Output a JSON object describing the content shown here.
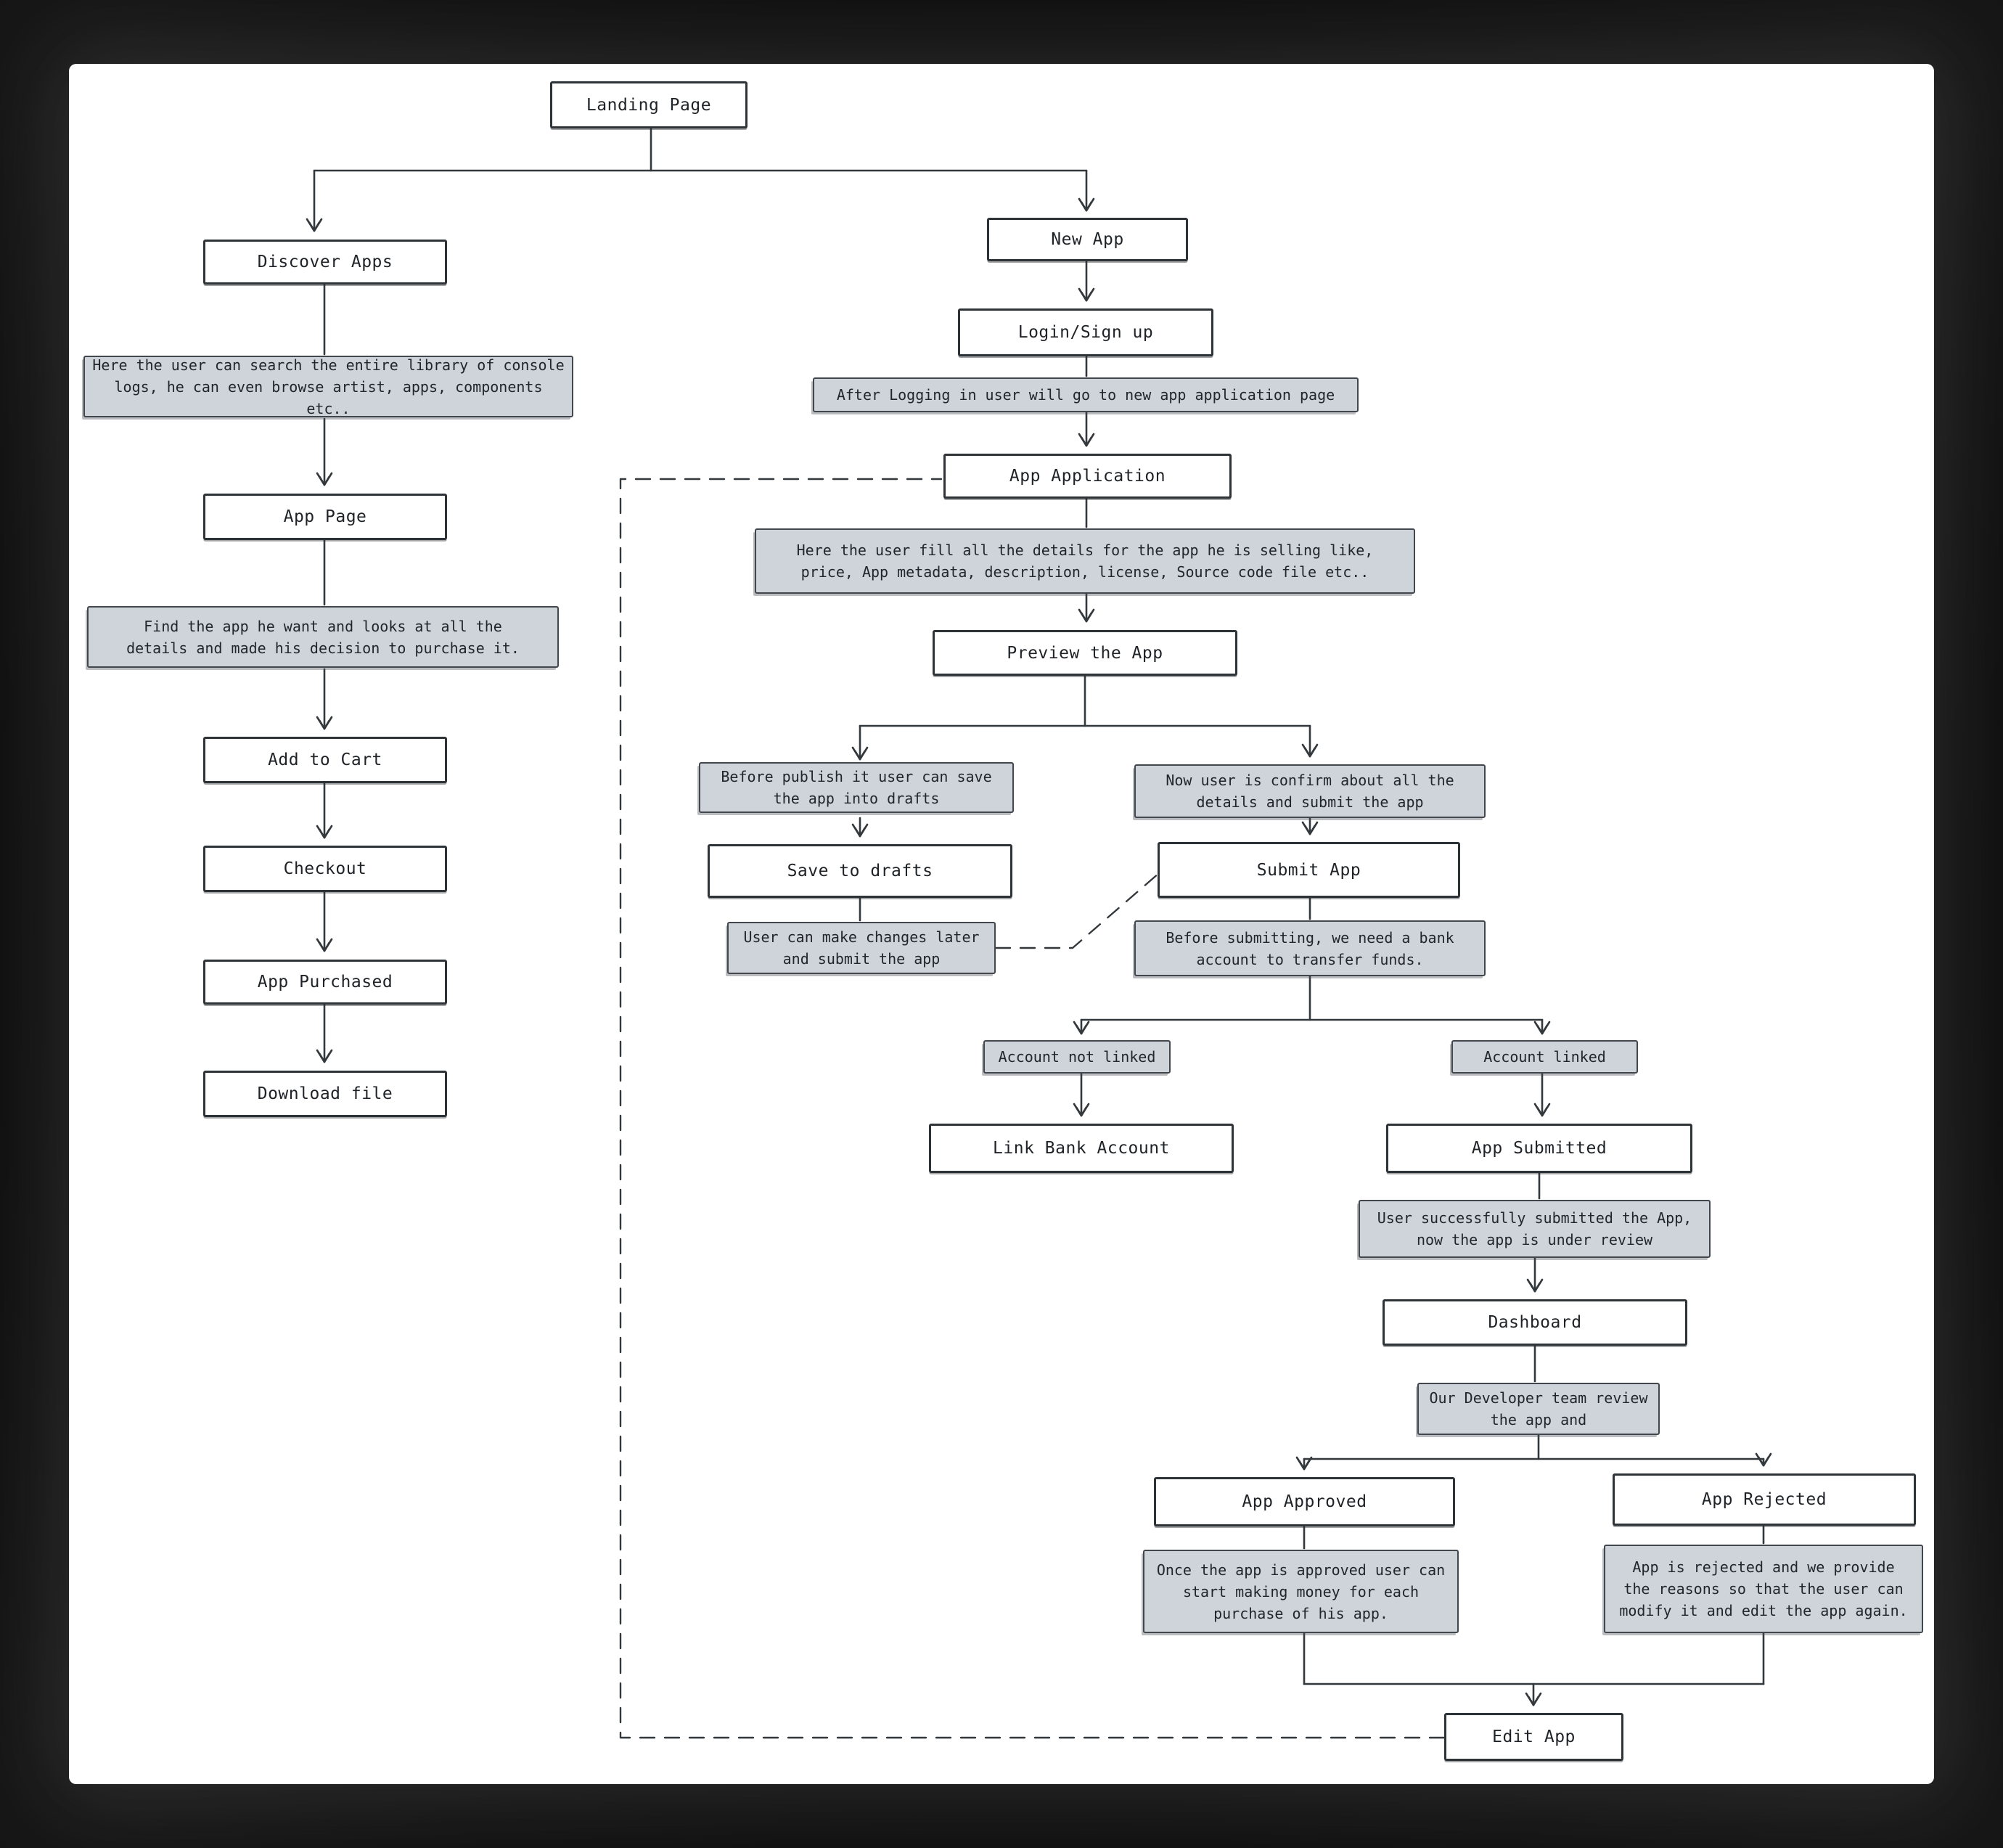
{
  "colors": {
    "frame_background": "#0b0b0b",
    "canvas_background": "#ffffff",
    "box_fill": "#ffffff",
    "note_fill": "#ced4da",
    "stroke": "#33383c",
    "text": "#1f2327"
  },
  "nodes": {
    "landing_page": "Landing Page",
    "discover_apps": "Discover Apps",
    "app_page": "App Page",
    "add_to_cart": "Add to Cart",
    "checkout": "Checkout",
    "app_purchased": "App Purchased",
    "download_file": "Download file",
    "new_app": "New App",
    "login_signup": "Login/Sign up",
    "app_application": "App Application",
    "preview_app": "Preview the App",
    "save_to_drafts": "Save to drafts",
    "submit_app": "Submit App",
    "link_bank_account": "Link Bank Account",
    "app_submitted": "App Submitted",
    "dashboard": "Dashboard",
    "app_approved": "App Approved",
    "app_rejected": "App Rejected",
    "edit_app": "Edit App"
  },
  "notes": {
    "discover": "Here the user can search the entire library of console\nlogs, he can even browse artist, apps, components etc..",
    "app_page": "Find the app he want and looks at all the\ndetails and made his decision to purchase it.",
    "login": "After Logging in user will go to new app application page",
    "application": "Here the user fill all the details for the app he is selling like,\nprice, App metadata, description, license, Source code file etc..",
    "drafts": "Before publish it user can save\nthe app into drafts",
    "confirm": "Now user is confirm about all the\ndetails and submit the app",
    "changes": "User can make changes later\nand submit the app",
    "bank": "Before submitting, we need a bank\naccount to transfer funds.",
    "account_not_linked": "Account not linked",
    "account_linked": "Account linked",
    "submitted": "User successfully submitted the App,\nnow the app is under review",
    "review": "Our Developer team review\nthe app and",
    "approved": "Once the app is approved user can\nstart making money for each\npurchase of his app.",
    "rejected": "App is rejected and we provide\nthe reasons so that the user can\nmodify it and edit the app again."
  }
}
